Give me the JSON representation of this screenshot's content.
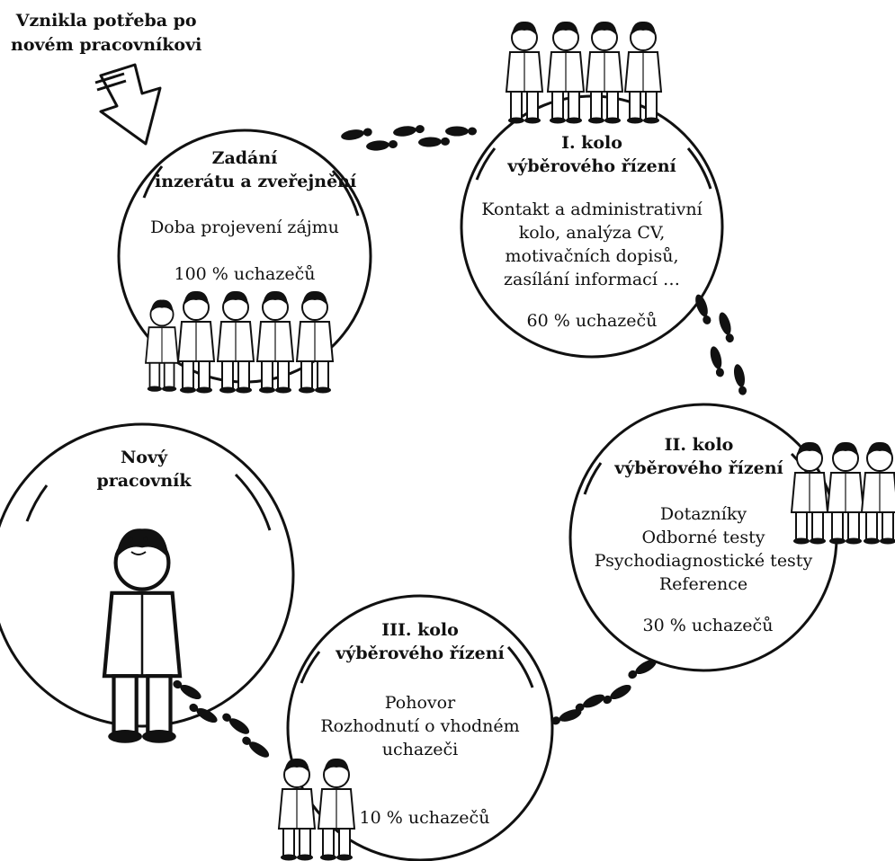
{
  "intro": {
    "line1": "Vznikla potřeba po",
    "line2": "novém pracovníkovi"
  },
  "circles": {
    "zadani": {
      "title1": "Zadání",
      "title2": "inzerátu a zveřejnění",
      "line1": "Doba projevení zájmu",
      "percent": "100 % uchazečů"
    },
    "kolo1": {
      "title1": "I. kolo",
      "title2": "výběrového řízení",
      "line1": "Kontakt a administrativní",
      "line2": "kolo, analýza CV,",
      "line3": "motivačních dopisů,",
      "line4": "zasílání informací …",
      "percent": "60 % uchazečů"
    },
    "kolo2": {
      "title1": "II. kolo",
      "title2": "výběrového řízení",
      "line1": "Dotazníky",
      "line2": "Odborné testy",
      "line3": "Psychodiagnostické testy",
      "line4": "Reference",
      "percent": "30 % uchazečů"
    },
    "kolo3": {
      "title1": "III. kolo",
      "title2": "výběrového řízení",
      "line1": "Pohovor",
      "line2": "Rozhodnutí o vhodném",
      "line3": "uchazeči",
      "percent": "10 % uchazečů"
    },
    "novy": {
      "title1": "Nový",
      "title2": "pracovník"
    }
  },
  "colors": {
    "ink": "#111111",
    "background": "#ffffff"
  }
}
